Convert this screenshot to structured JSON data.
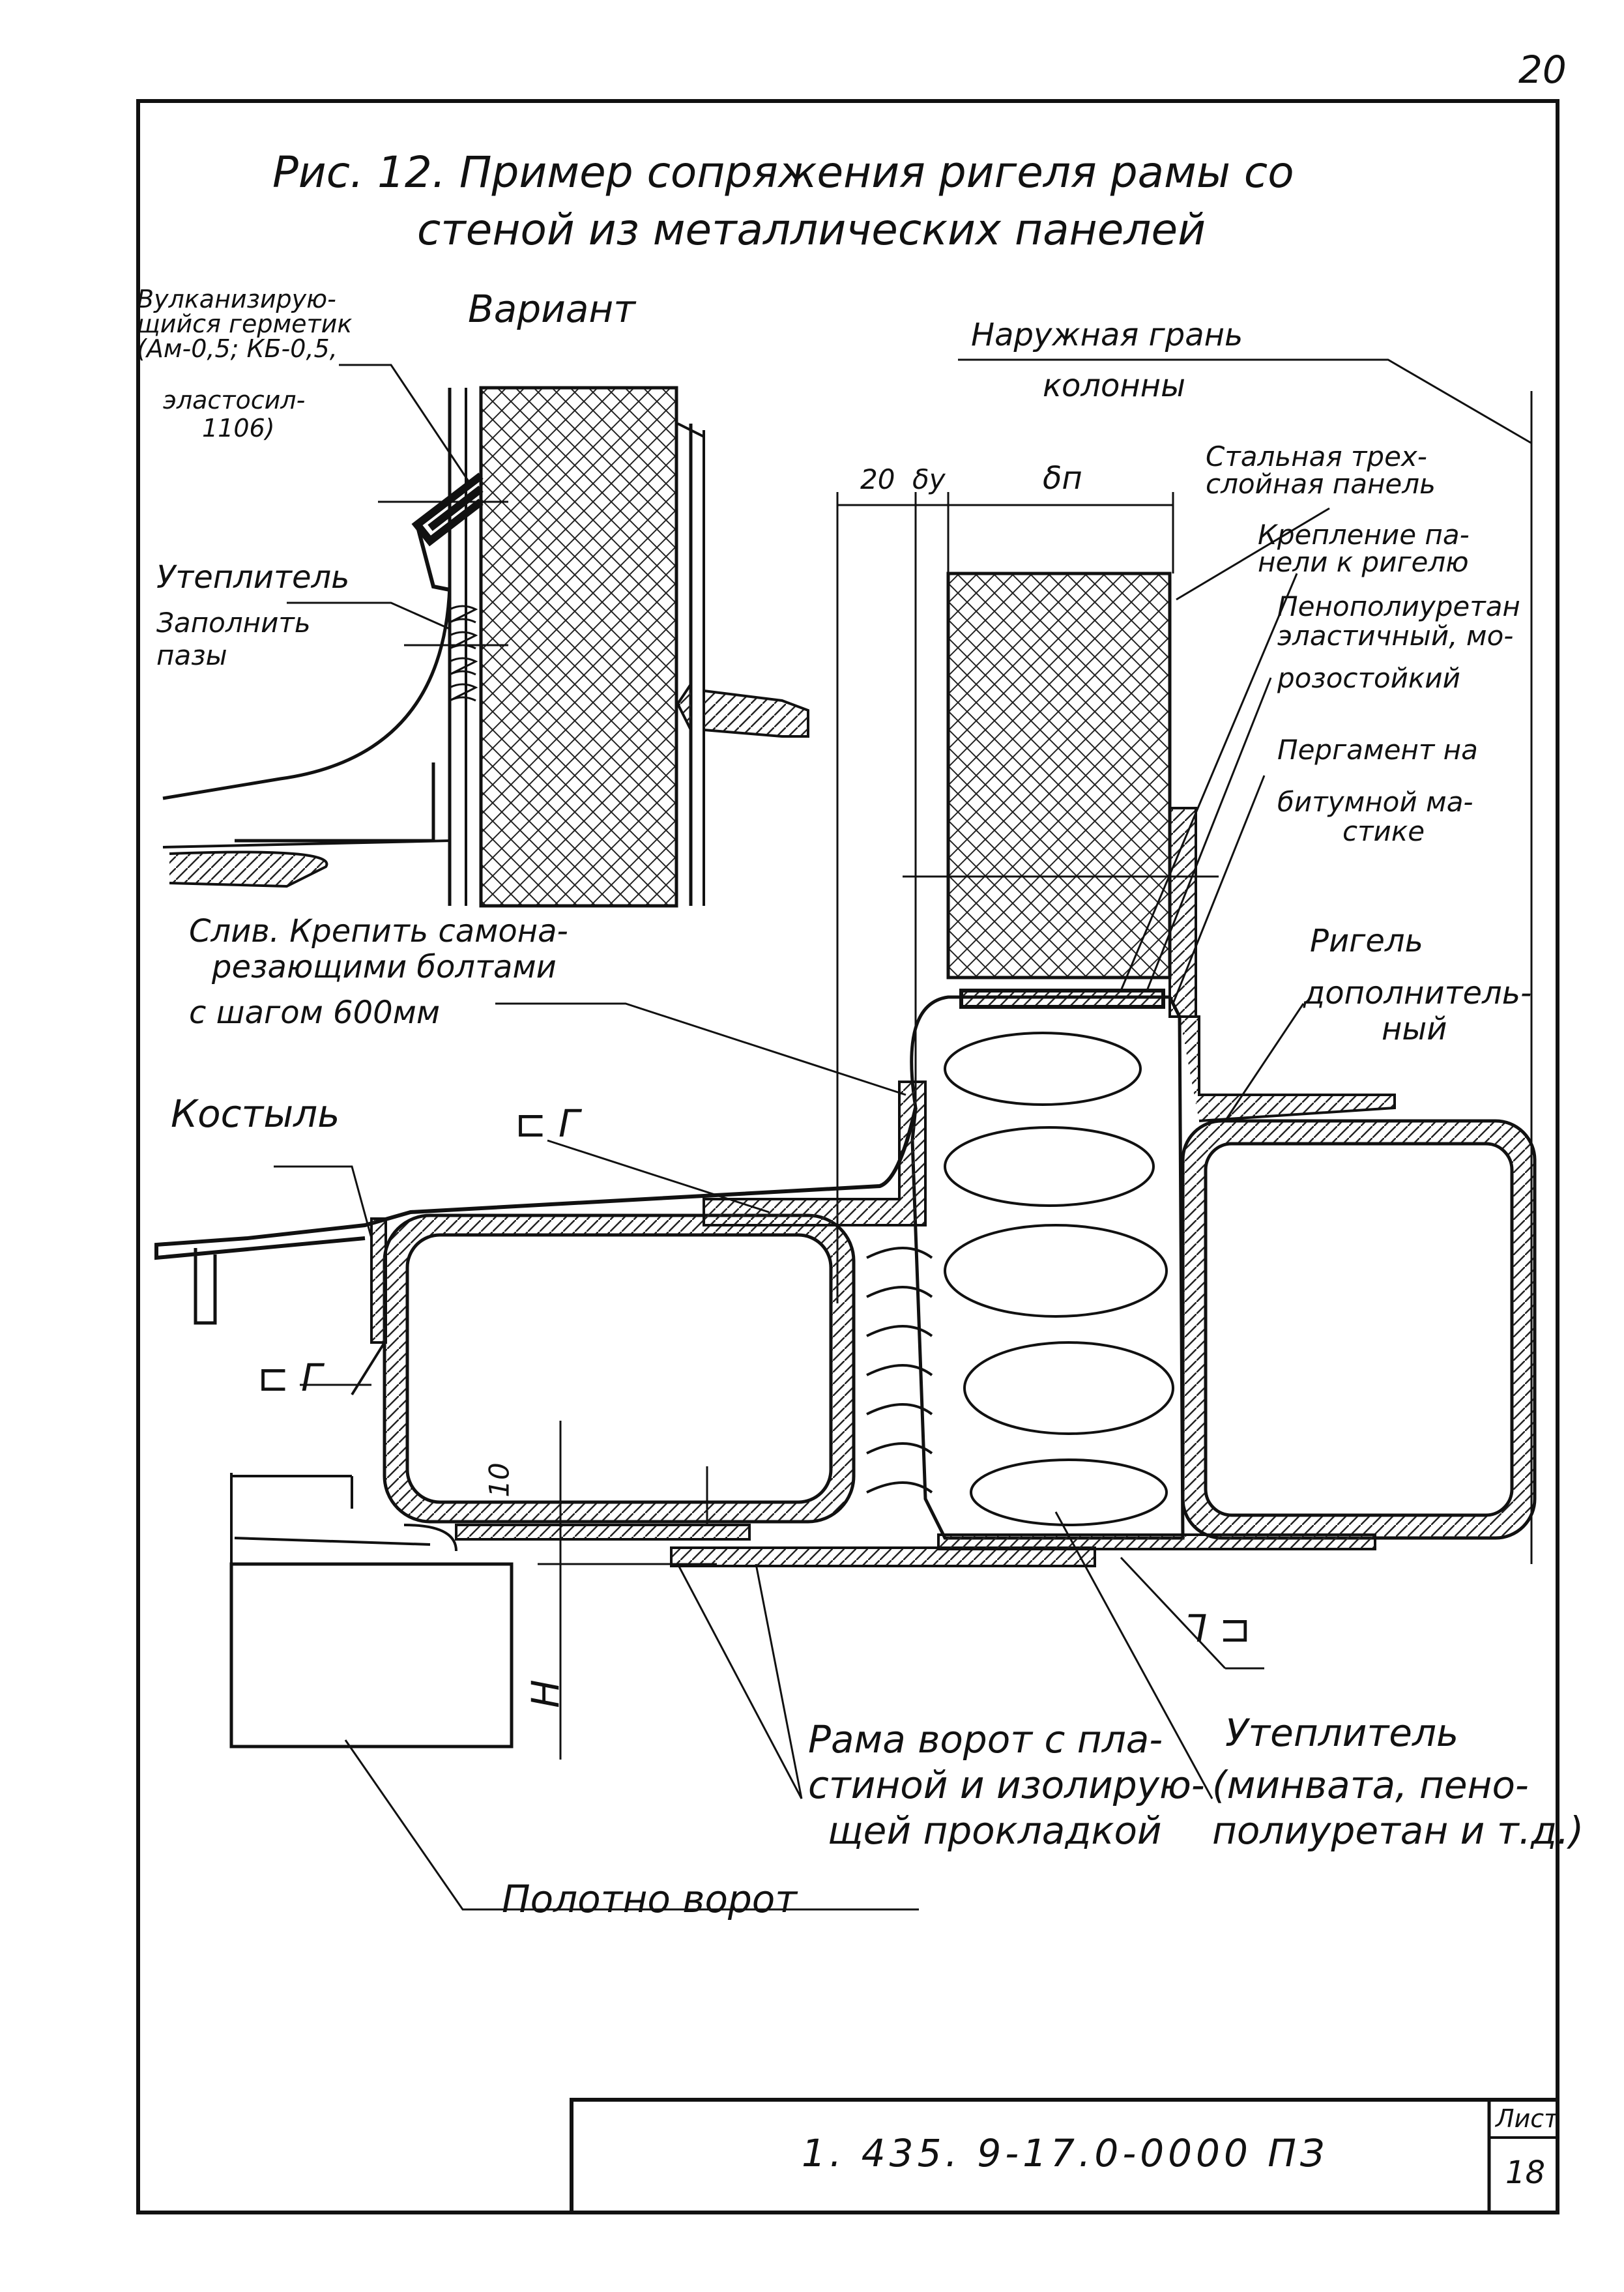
{
  "page_number": "20",
  "title": {
    "line1": "Рис. 12. Пример сопряжения ригеля рамы со",
    "line2": "стеной из металлических панелей"
  },
  "variant": {
    "label": "Вариант",
    "sealant": [
      "Вулканизирую-",
      "щийся герметик",
      "(Ам-0,5; КБ-0,5,",
      "эластосил-",
      "1106)"
    ],
    "insulation": "Утеплитель",
    "fill_grooves": [
      "Заполнить",
      "пазы"
    ]
  },
  "labels": {
    "outer_face": "Наружная грань",
    "outer_face_2": "колонны",
    "dim_20": "20",
    "dim_by": "δу",
    "dim_bp": "δп",
    "panel": [
      "Стальная трех-",
      "слойная панель"
    ],
    "fixing": [
      "Крепление па-",
      "нели к ригелю"
    ],
    "foam": [
      "Пенополиуретан",
      "эластичный, мо-",
      "розостойкий"
    ],
    "parchment": [
      "Пергамент на",
      "битумной ма-",
      "стике"
    ],
    "girt": "Ригель",
    "girt_extra": [
      "дополнитель-",
      "ный"
    ],
    "drip": [
      "Слив. Крепить самона-",
      "резающими болтами",
      "с шагом 600мм"
    ],
    "crutch": "Костыль",
    "section_mark_1": "⊏ Γ",
    "section_mark_2": "⊏ Γ",
    "section_mark_3": "⅂ ⊐",
    "dim_10": "10",
    "dim_h": "H",
    "gate_frame": [
      "Рама ворот с пла-",
      "стиной и изолирую-",
      "щей прокладкой"
    ],
    "insulation_main": [
      "Утеплитель",
      "(минвата, пено-",
      "полиуретан и т.д.)"
    ],
    "gate_leaf": "Полотно ворот"
  },
  "title_block": {
    "doc_code": "1. 435. 9-17.0-0000 ПЗ",
    "sheet_label": "Лист",
    "sheet_number": "18"
  }
}
